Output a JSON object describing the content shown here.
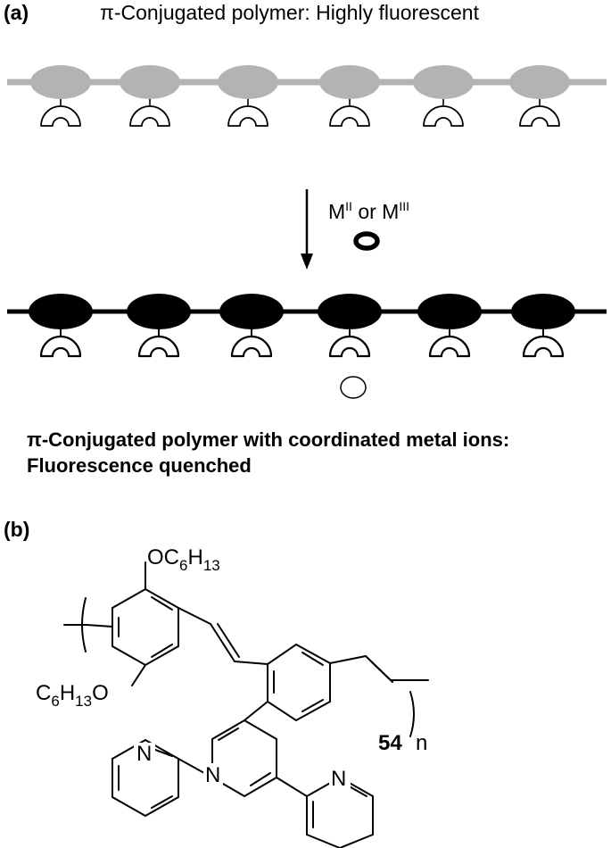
{
  "panel_a": {
    "label": "(a)",
    "title": "π-Conjugated polymer: Highly fluorescent",
    "reagent_prefix": "M",
    "reagent_sup1": "II",
    "reagent_mid": " or M",
    "reagent_sup2": "III",
    "caption_line1": "π-Conjugated polymer with coordinated metal ions:",
    "caption_line2": "Fluorescence quenched",
    "colors": {
      "free_polymer": "#b3b3b3",
      "bound_polymer": "#000000"
    }
  },
  "panel_b": {
    "label": "(b)",
    "substituent_top": {
      "a": "OC",
      "b": "6",
      "c": "H",
      "d": "13"
    },
    "substituent_bottom": {
      "a": "C",
      "b": "6",
      "c": "H",
      "d": "13",
      "e": "O"
    },
    "nitrogen": "N",
    "repeat_subscript": "n",
    "compound_number": "54"
  }
}
